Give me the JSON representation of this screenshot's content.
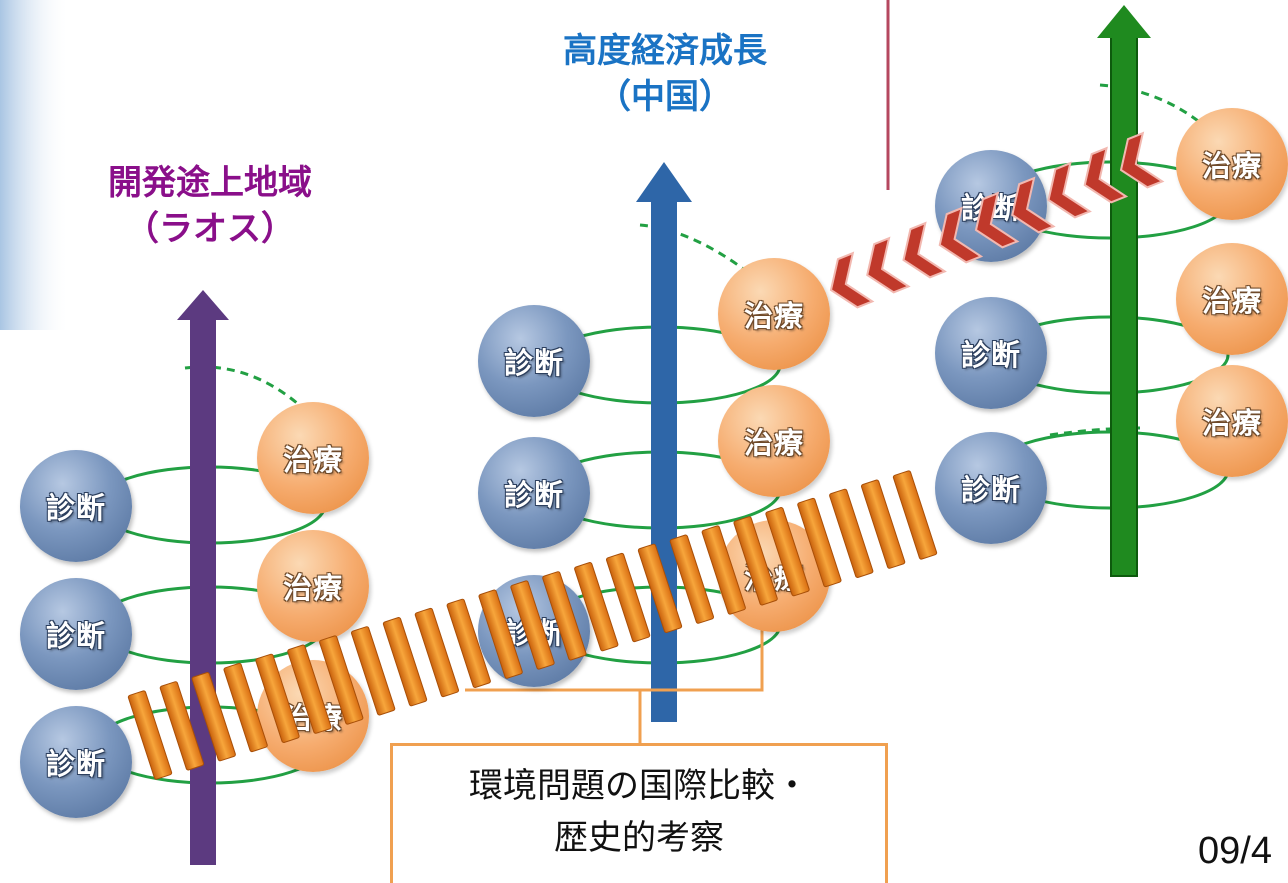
{
  "regions": [
    {
      "title": "開発途上地域",
      "subtitle": "（ラオス）",
      "color": "#8a0f8a",
      "arrow_color": "#5c3a80"
    },
    {
      "title": "高度経済成長",
      "subtitle": "（中国）",
      "color": "#1a73c4",
      "arrow_color": "#2e66a8"
    },
    {
      "title": "",
      "subtitle": "",
      "color": "#1a8a1a",
      "arrow_color": "#1f8a1f"
    }
  ],
  "nodes": {
    "diagnosis_label": "診断",
    "treatment_label": "治療"
  },
  "note": {
    "line1": "環境問題の国際比較・",
    "line2": "歴史的考察"
  },
  "page_number": "09/4",
  "colors": {
    "link_line": "#22a043",
    "note_border": "#f0a050",
    "chevron": "#c0392b",
    "bar": "#f08a1a",
    "callout_line": "#b5475f"
  }
}
